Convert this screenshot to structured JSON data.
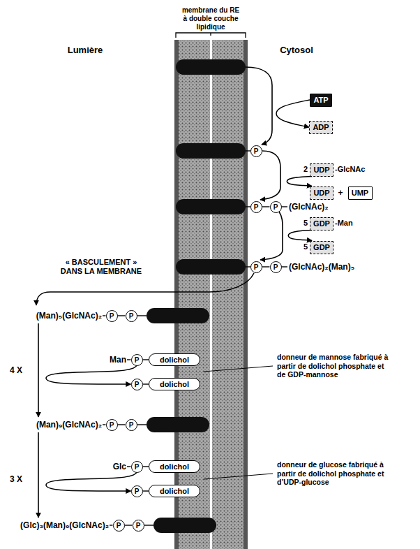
{
  "diagram": {
    "nodes": [
      {
        "text": [
          "ATP"
        ]
      },
      {
        "text": [
          "ADP"
        ]
      },
      {
        "text": [
          "P"
        ]
      },
      {
        "text": [
          "UDP"
        ]
      },
      {
        "text": [
          "UDP"
        ]
      },
      {
        "text": [
          "UMP"
        ]
      },
      {
        "text": [
          "P"
        ]
      },
      {
        "text": [
          "P"
        ]
      },
      {
        "text": [
          "GDP"
        ]
      },
      {
        "text": [
          "GDP"
        ]
      },
      {
        "text": [
          "P"
        ]
      },
      {
        "text": [
          "P"
        ]
      },
      {
        "text": [
          "P"
        ]
      },
      {
        "text": [
          "P"
        ]
      },
      {
        "text": [
          "P"
        ]
      },
      {
        "text": [
          "dolichol"
        ]
      },
      {
        "text": [
          "P"
        ]
      },
      {
        "text": [
          "dolichol"
        ]
      },
      {
        "text": [
          "P"
        ]
      },
      {
        "text": [
          "P"
        ]
      },
      {
        "text": [
          "P"
        ]
      },
      {
        "text": [
          "dolichol"
        ]
      },
      {
        "text": [
          "P"
        ]
      },
      {
        "text": [
          "dolichol"
        ]
      },
      {
        "text": [
          "P"
        ]
      },
      {
        "text": [
          "P"
        ]
      }
    ],
    "edges": [
      {
        "from": 0,
        "to": 1,
        "arrow": "to"
      },
      {
        "from": 3,
        "to": 4,
        "arrow": "to"
      },
      {
        "from": 8,
        "to": 9,
        "arrow": "to"
      },
      {
        "from": 14,
        "to": 16,
        "arrow": "to"
      },
      {
        "from": 20,
        "to": 22,
        "arrow": "to"
      }
    ],
    "labels": [
      "membrane du RE à double couche lipidique",
      "Lumière",
      "Cytosol",
      "2",
      "-GlcNAc",
      "+",
      "(GlcNAc)₂",
      "5",
      "-Man",
      "5",
      "(GlcNAc)₂(Man)₅",
      "« BASCULEMENT » DANS LA MEMBRANE",
      "(Man)₅(GlcNAc)₂",
      "Man",
      "donneur de mannose fabriqué à partir de dolichol phosphate et de GDP-mannose",
      "4 X",
      "(Man)₉(GlcNAc)₂",
      "Glc",
      "donneur de glucose fabriqué à partir de dolichol phosphate et d’UDP-glucose",
      "3 X",
      "(Glc)₃(Man)₉(GlcNAc)₂"
    ]
  }
}
